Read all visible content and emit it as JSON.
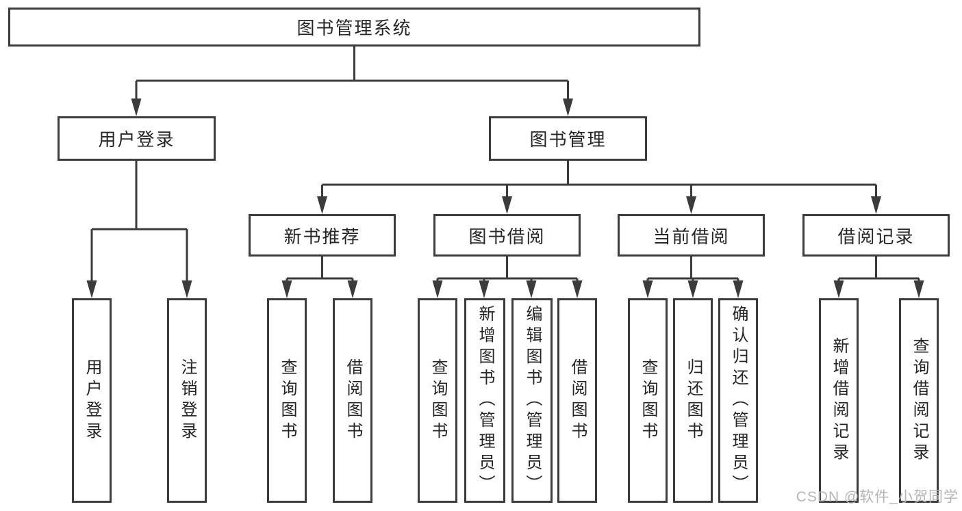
{
  "diagram": {
    "root": "图书管理系统",
    "branches": [
      {
        "label": "用户登录",
        "children": [
          "用户登录",
          "注销登录"
        ]
      },
      {
        "label": "图书管理",
        "children": [
          {
            "label": "新书推荐",
            "children": [
              "查询图书",
              "借阅图书"
            ]
          },
          {
            "label": "图书借阅",
            "children": [
              "查询图书",
              "新增图书（管理员）",
              "编辑图书（管理员）",
              "借阅图书"
            ]
          },
          {
            "label": "当前借阅",
            "children": [
              "查询图书",
              "归还图书",
              "确认归还（管理员）"
            ]
          },
          {
            "label": "借阅记录",
            "children": [
              "新增借阅记录",
              "查询借阅记录"
            ]
          }
        ]
      }
    ]
  },
  "watermark": "CSDN @软件_小贺同学",
  "colors": {
    "line": "#3b3b3b",
    "text": "#262626",
    "watermark": "#b5b5b5",
    "background": "#ffffff"
  }
}
